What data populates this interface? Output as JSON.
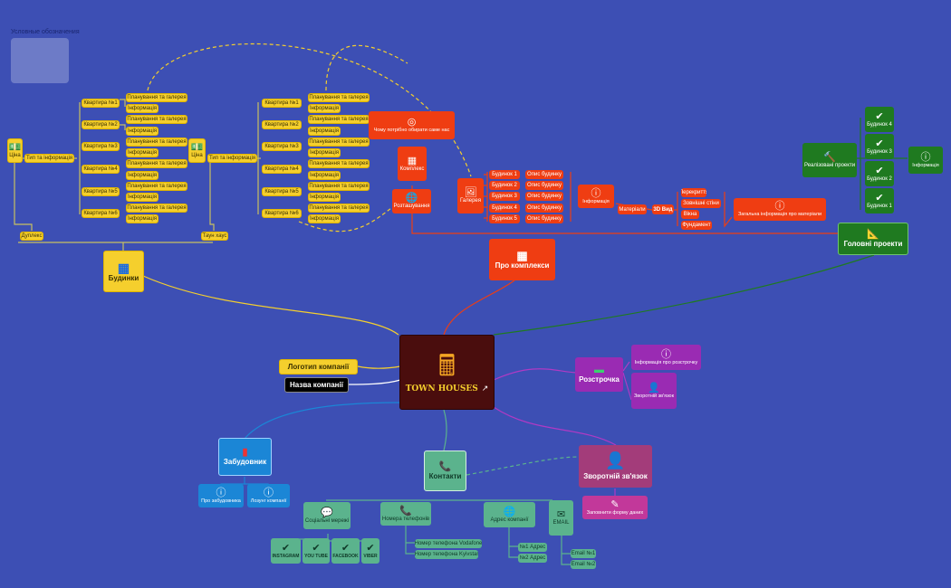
{
  "legend": {
    "title": "Условные обозначения"
  },
  "central": {
    "title": "TOWN HOUSES",
    "link_icon": "external-link-icon",
    "icon": "calculator-icon"
  },
  "houses": {
    "title": "Будинки"
  },
  "duplex": {
    "label": "Дуплекс",
    "price": "Ціна",
    "type": "Тип та інформація"
  },
  "townhouse": {
    "label": "Таун хаус",
    "price": "Ціна",
    "type": "Тип та інформація"
  },
  "apartments": {
    "left": [
      "Квартира №1",
      "Квартира №2",
      "Квартира №3",
      "Квартира №4",
      "Квартира №5",
      "Квартира №6"
    ],
    "right": [
      "Квартира №1",
      "Квартира №2",
      "Квартира №3",
      "Квартира №4",
      "Квартира №5",
      "Квартира №6"
    ],
    "plan": "Планування та галерея",
    "info": "Інформація"
  },
  "complex": {
    "title": "Про комплекси",
    "why": "Чому потрібно обирати саме нас",
    "complex": "Комплекс",
    "location": "Розташування",
    "gallery": "Галерея",
    "buildings": [
      "Будинок 1",
      "Будинок 2",
      "Будинок 3",
      "Будинок 4",
      "Будинок 5"
    ],
    "descr": "Опис будинку",
    "info": "Інформація",
    "materials": "Матеріали",
    "view3d": "3D Вид",
    "material_items": [
      "Перекриття",
      "Зовнішні стіни",
      "Вікна",
      "Фундамент"
    ],
    "general": "Загальна інформація про матеріали"
  },
  "projects": {
    "title": "Головні проекти",
    "done": "Реалізовані проекти",
    "houses": [
      "Будинок 4",
      "Будинок 3",
      "Будинок 2",
      "Будинок 1"
    ],
    "info": "Інформація"
  },
  "logo": {
    "label": "Логотип компанії",
    "name": "Назва компанії"
  },
  "installment": {
    "title": "Розстрочка",
    "info": "Інформація про розстрочку",
    "feedback": "Зворотній зв'язок"
  },
  "feedback": {
    "title": "Зворотній зв'язок",
    "form": "Заповнити форму даних"
  },
  "developer": {
    "title": "Забудовник",
    "about": "Про забудовника",
    "slogan": "Лозунг компанії"
  },
  "contacts": {
    "title": "Контакти",
    "social": "Соціальні мережі",
    "social_items": [
      "INSTAGRAM",
      "YOU TUBE",
      "FACEBOOK",
      "VIBER"
    ],
    "phones": "Номера телефонів",
    "phone_items": [
      "Номер телефона Vodafone",
      "Номер телефона Kyivstar"
    ],
    "address": "Адрес компанії",
    "address_items": [
      "№1 Адрес",
      "№2 Адрес"
    ],
    "email": "EMAIL",
    "email_items": [
      "Email №1",
      "Email №2"
    ]
  },
  "colors": {
    "background": "#3d4fb4",
    "yellow": "#f5cf2d",
    "red": "#ef3d12",
    "green": "#1f7a20",
    "purple": "#9a2bb3",
    "teal": "#5bb38d",
    "blue": "#1b86d6",
    "central": "#4a0d0d"
  }
}
